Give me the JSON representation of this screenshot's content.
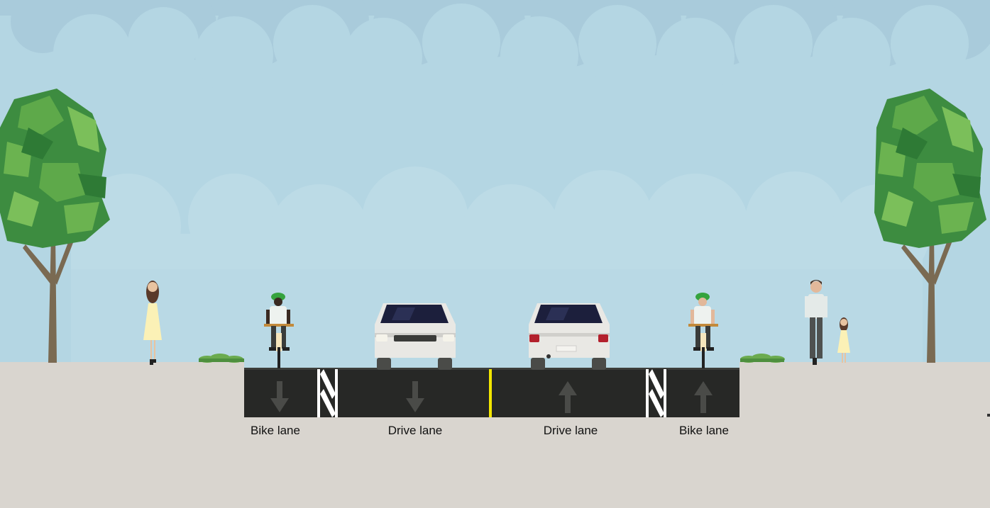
{
  "street": {
    "lanes": [
      {
        "id": "bike-left",
        "label": "Bike lane",
        "direction": "down"
      },
      {
        "id": "drive-left",
        "label": "Drive lane",
        "direction": "down"
      },
      {
        "id": "drive-right",
        "label": "Drive lane",
        "direction": "up"
      },
      {
        "id": "bike-right",
        "label": "Bike lane",
        "direction": "up"
      }
    ]
  },
  "colors": {
    "sky": "#b4d6e3",
    "cloud_back": "#a4c6d6",
    "sidewalk": "#d9d5cf",
    "asphalt": "#272826",
    "arrow": "#4a4b48",
    "center_line": "#f2e600",
    "tree_dark": "#3d8c40",
    "tree_light": "#7bbf5a",
    "trunk": "#7a6a52"
  },
  "icons": [
    "tree-icon",
    "pedestrian-icon",
    "cyclist-icon",
    "car-front-icon",
    "car-rear-icon",
    "lane-arrow-icon",
    "buffer-hatch-icon",
    "shrub-icon"
  ]
}
